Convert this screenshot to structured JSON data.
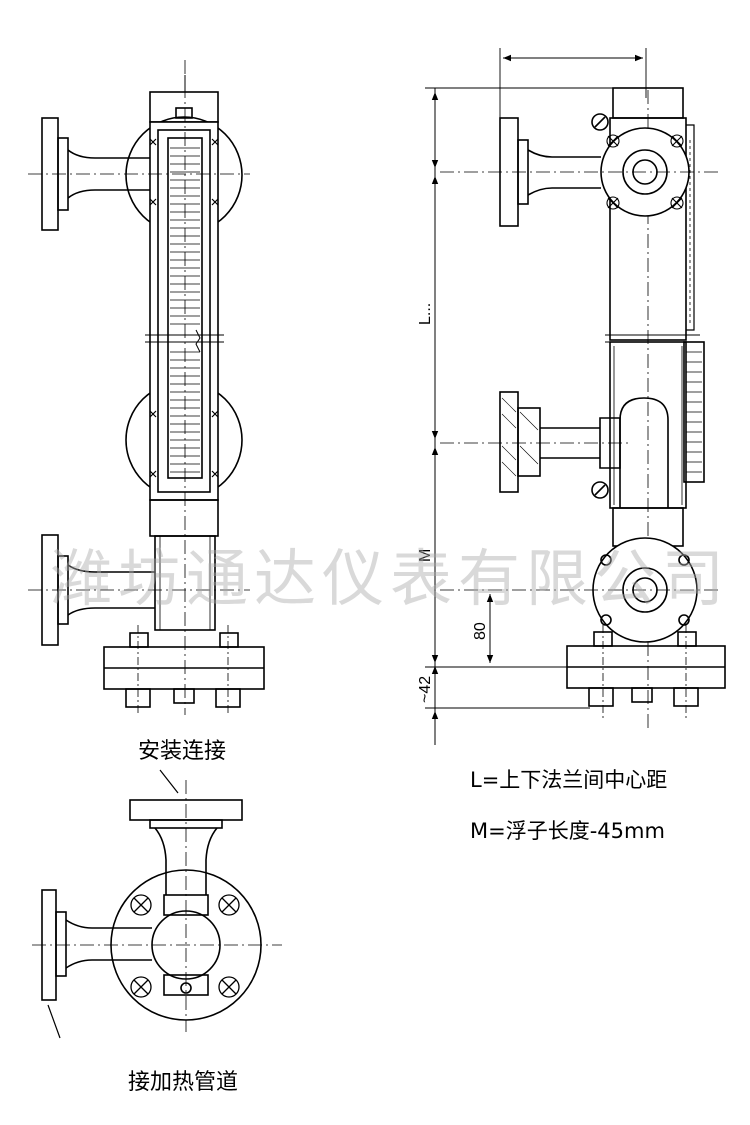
{
  "captions": {
    "install": "安装连接",
    "heat": "接加热管道"
  },
  "notes": {
    "l_def": "L=上下法兰间中心距",
    "m_def": "M=浮子长度-45mm"
  },
  "dimensions": {
    "l": "L...",
    "m": "M",
    "d80": "80",
    "d42": "~42"
  },
  "watermark": "潍坊通达仪表有限公司",
  "colors": {
    "line": "#000000",
    "watermark": "#aaaaaa"
  }
}
